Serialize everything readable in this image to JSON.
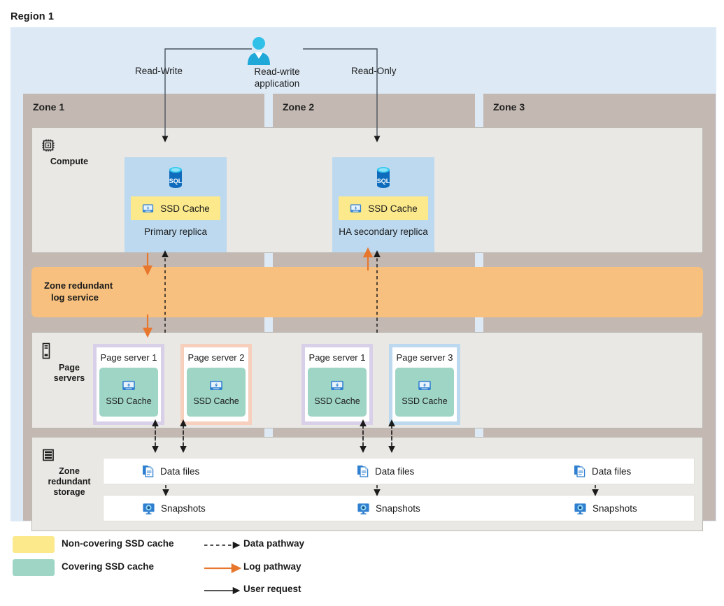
{
  "region": {
    "title": "Region 1"
  },
  "application": {
    "icon": "user-icon",
    "caption_line1": "Read-write",
    "caption_line2": "application",
    "left_path_label": "Read-Write",
    "right_path_label": "Read-Only"
  },
  "zones": [
    {
      "label": "Zone 1"
    },
    {
      "label": "Zone 2"
    },
    {
      "label": "Zone 3"
    }
  ],
  "rows": {
    "compute": {
      "label": "Compute",
      "icon": "cpu-chip-icon"
    },
    "page_servers": {
      "label_line1": "Page",
      "label_line2": "servers",
      "icon": "server-rack-icon"
    },
    "storage": {
      "label_line1": "Zone",
      "label_line2": "redundant",
      "label_line3": "storage",
      "icon": "storage-stack-icon"
    }
  },
  "log_service": {
    "line1": "Zone redundant",
    "line2": "log service"
  },
  "replicas": [
    {
      "caption": "Primary replica",
      "cache_label": "SSD Cache",
      "db_icon": "sql-database-icon",
      "cache_icon": "ssd-disk-icon",
      "zone": "Zone 1"
    },
    {
      "caption": "HA secondary replica",
      "cache_label": "SSD Cache",
      "db_icon": "sql-database-icon",
      "cache_icon": "ssd-disk-icon",
      "zone": "Zone 2"
    }
  ],
  "page_servers": [
    {
      "title": "Page server 1",
      "cache_label": "SSD Cache",
      "border_color": "#d8cfe8",
      "zone": "Zone 1"
    },
    {
      "title": "Page server 2",
      "cache_label": "SSD Cache",
      "border_color": "#f6cfbd",
      "zone": "Zone 1"
    },
    {
      "title": "Page server 1",
      "cache_label": "SSD Cache",
      "border_color": "#d8cfe8",
      "zone": "Zone 2"
    },
    {
      "title": "Page server 3",
      "cache_label": "SSD Cache",
      "border_color": "#bcd9ef",
      "zone": "Zone 2"
    }
  ],
  "storage": {
    "data_files": [
      {
        "label": "Data files",
        "icon": "data-files-icon"
      },
      {
        "label": "Data files",
        "icon": "data-files-icon"
      },
      {
        "label": "Data files",
        "icon": "data-files-icon"
      }
    ],
    "snapshots": [
      {
        "label": "Snapshots",
        "icon": "snapshot-icon"
      },
      {
        "label": "Snapshots",
        "icon": "snapshot-icon"
      },
      {
        "label": "Snapshots",
        "icon": "snapshot-icon"
      }
    ]
  },
  "legend": {
    "swatches": [
      {
        "label": "Non-covering SSD cache",
        "color": "#fbe98c"
      },
      {
        "label": "Covering SSD cache",
        "color": "#9fd5c5"
      }
    ],
    "lines": [
      {
        "label": "Data pathway",
        "style": "dashed",
        "color": "#1b1b1b"
      },
      {
        "label": "Log pathway",
        "style": "solid",
        "color": "#e8772e"
      },
      {
        "label": "User request",
        "style": "solid",
        "color": "#1b1b1b"
      }
    ]
  },
  "colors": {
    "region_background": "#ddeaf6",
    "zone_column": "#c3b8b2",
    "band_background": "#e9e8e4",
    "log_band": "#f7c07e",
    "replica_box": "#bcd9ef",
    "non_covering_cache": "#fbe98c",
    "covering_cache": "#9fd5c5",
    "log_arrow": "#e8772e",
    "data_arrow": "#1b1b1b"
  }
}
